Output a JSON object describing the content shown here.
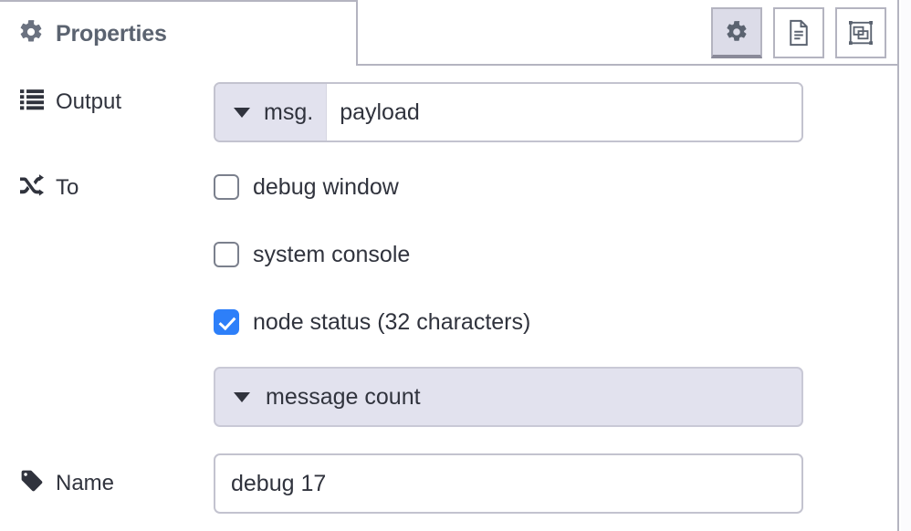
{
  "panel": {
    "tab": {
      "icon": "gear-icon",
      "label": "Properties"
    },
    "header_buttons": [
      {
        "icon": "gear-icon",
        "name": "properties-tab-button",
        "active": true
      },
      {
        "icon": "description-icon",
        "name": "description-tab-button",
        "active": false
      },
      {
        "icon": "appearance-icon",
        "name": "appearance-tab-button",
        "active": false
      }
    ]
  },
  "form": {
    "output": {
      "label": "Output",
      "icon": "list-icon",
      "type_prefix": "msg.",
      "value": "payload"
    },
    "to": {
      "label": "To",
      "icon": "shuffle-icon",
      "options": [
        {
          "label": "debug window",
          "checked": false
        },
        {
          "label": "system console",
          "checked": false
        },
        {
          "label": "node status (32 characters)",
          "checked": true
        }
      ],
      "status_select": "message count"
    },
    "name": {
      "label": "Name",
      "icon": "tag-icon",
      "value": "debug 17"
    }
  },
  "colors": {
    "accent": "#2d7ff9",
    "border": "#b4b4c0",
    "lavender": "#e2e2ee",
    "text": "#30333d",
    "tab_title": "#5b6370"
  }
}
